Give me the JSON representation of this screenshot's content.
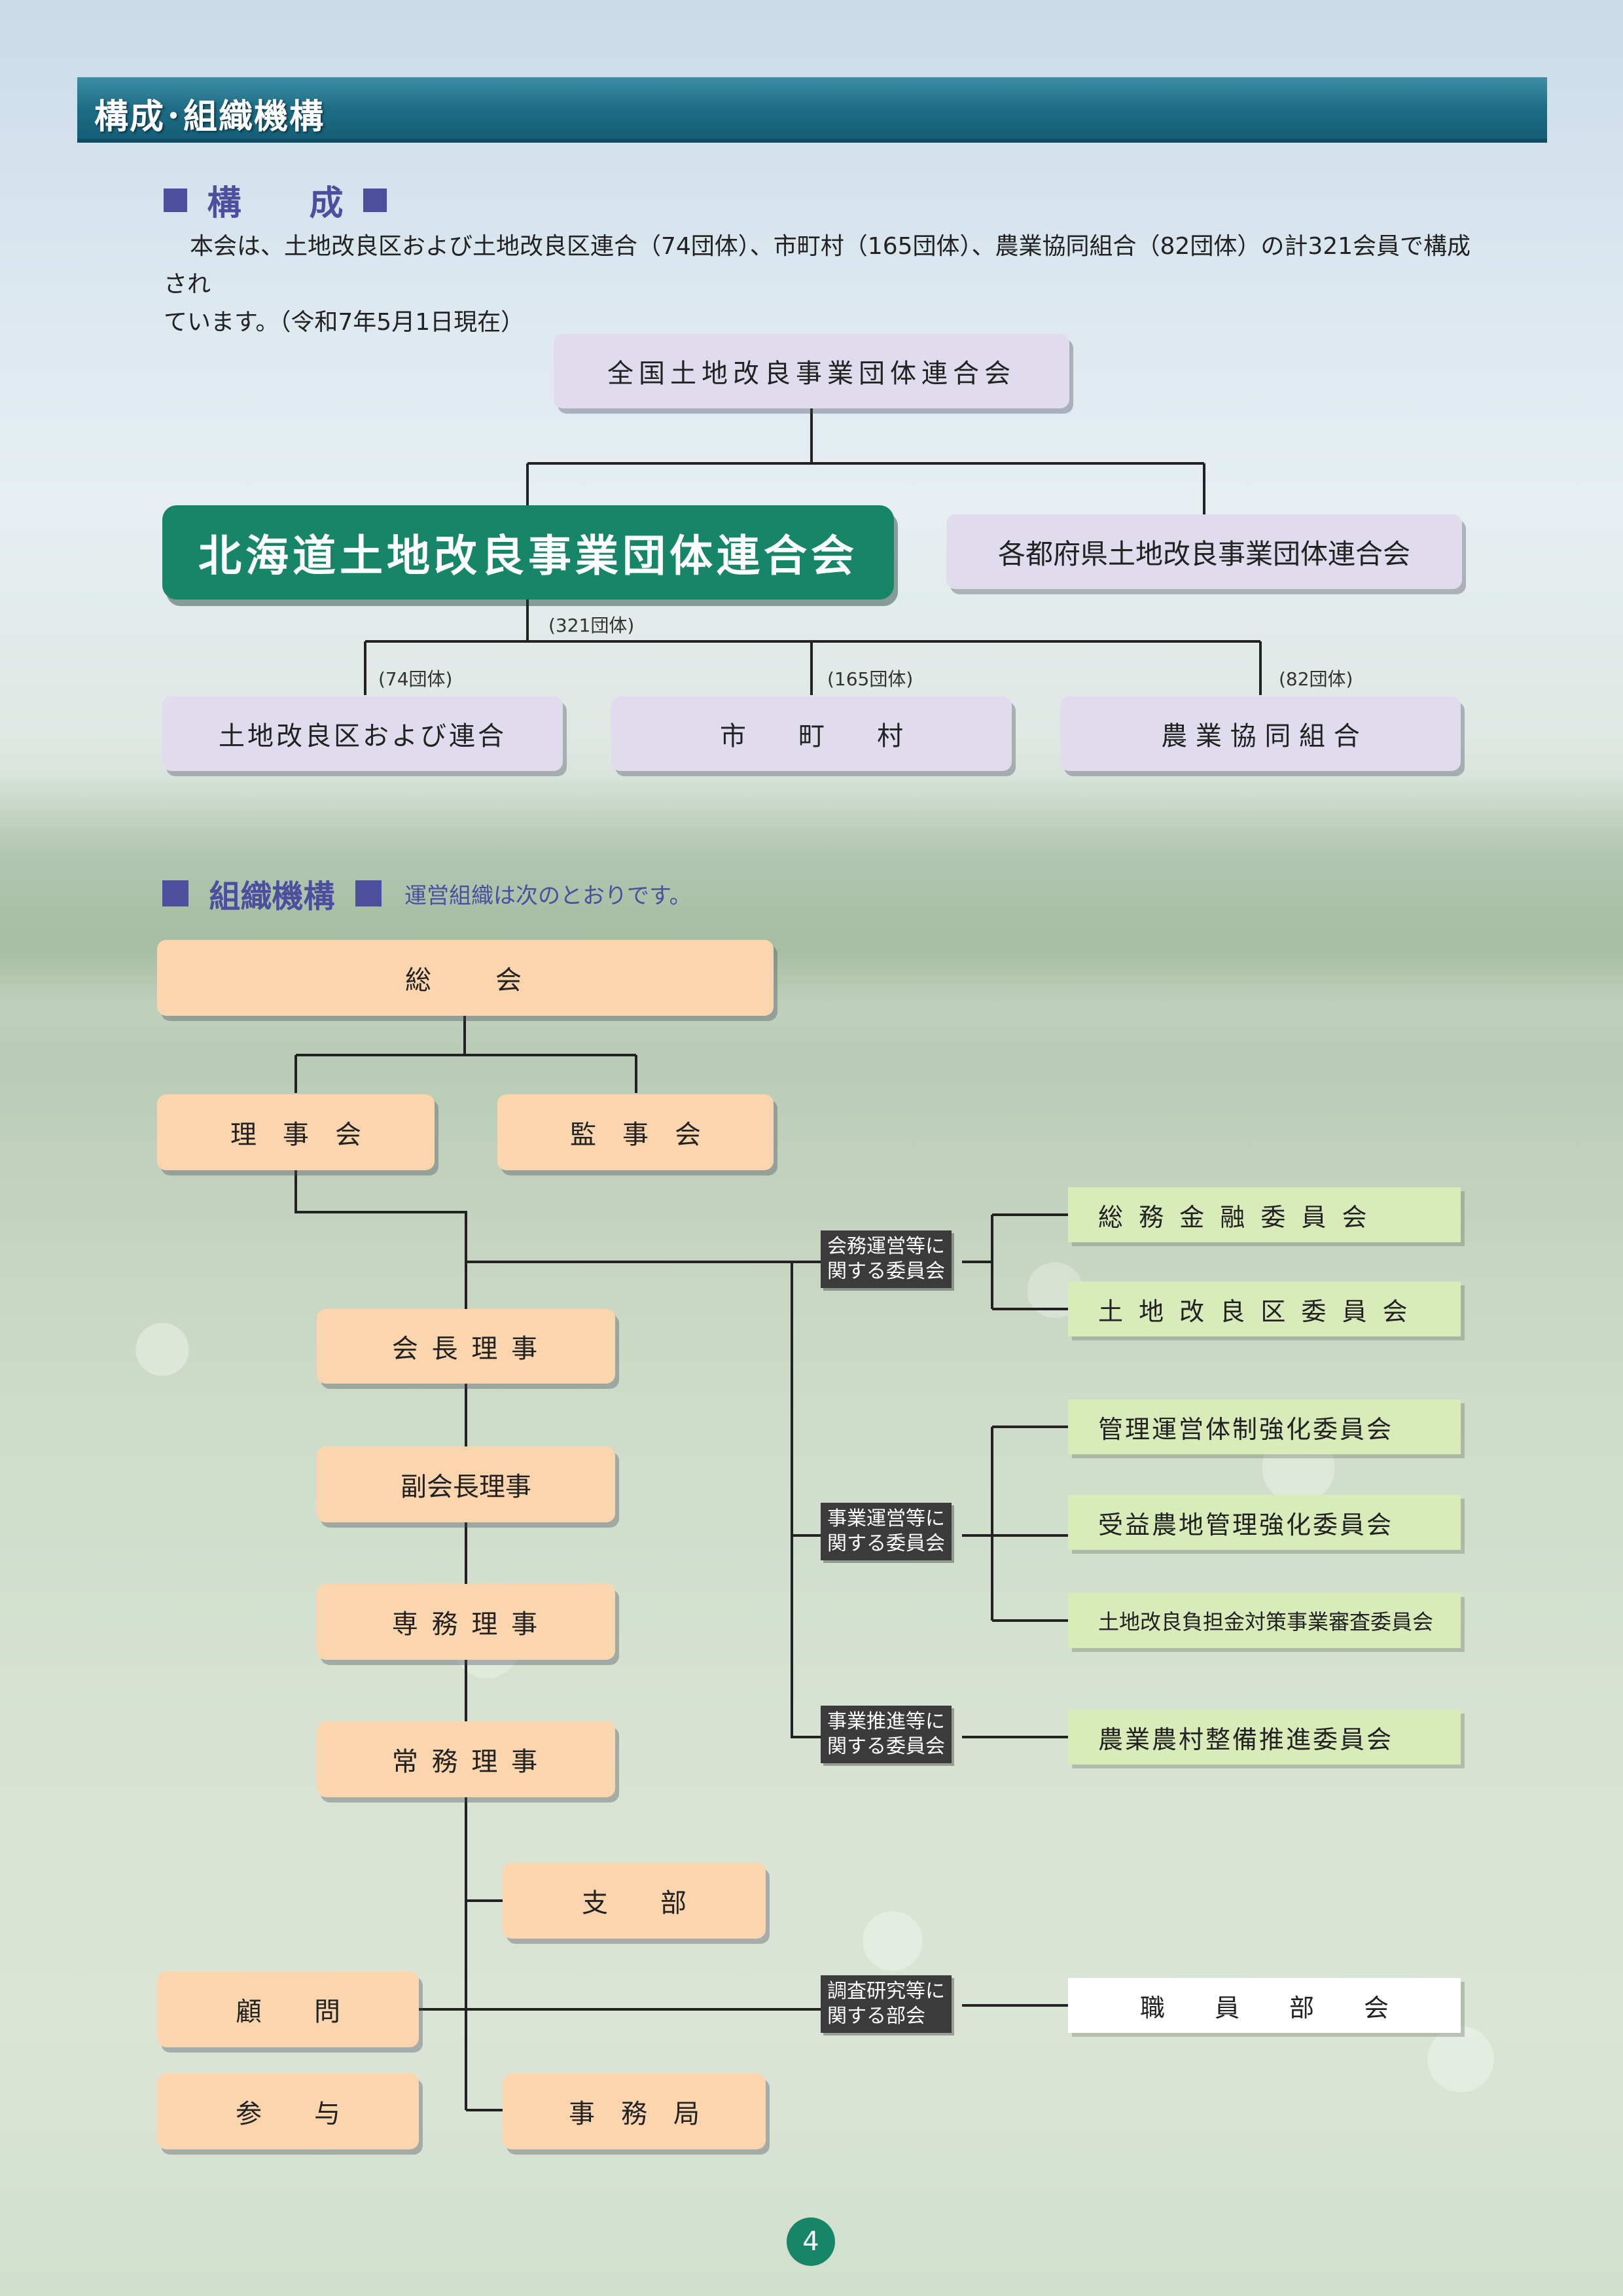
{
  "header": {
    "title": "構成･組織機構"
  },
  "composition": {
    "heading": "構　　成",
    "intro_line1": "本会は、土地改良区および土地改良区連合（74団体）、市町村（165団体）、農業協同組合（82団体）の計321会員で構成され",
    "intro_line2": "ています。（令和7年5月1日現在）",
    "national": "全国土地改良事業団体連合会",
    "hokkaido": "北海道土地改良事業団体連合会",
    "prefectures": "各都府県土地改良事業団体連合会",
    "total_count": "(321団体)",
    "members": [
      {
        "count": "(74団体)",
        "label": "土地改良区および連合"
      },
      {
        "count": "(165団体)",
        "label": "市　　町　　村"
      },
      {
        "count": "(82団体)",
        "label": "農 業 協 同 組 合"
      }
    ]
  },
  "organization": {
    "heading": "組織機構",
    "subtitle": "運営組織は次のとおりです。",
    "general_meeting": "総　　会",
    "board": "理　事　会",
    "auditors": "監　事　会",
    "chairman": "会 長 理 事",
    "vice_chairman": "副会長理事",
    "senior_director": "専 務 理 事",
    "executive_director": "常 務 理 事",
    "branch": "支　　部",
    "secretariat": "事　務　局",
    "advisor": "顧　　問",
    "counselor": "参　　与",
    "committee_groups": [
      {
        "label_line1": "会務運営等に",
        "label_line2": "関する委員会",
        "items": [
          "総 務 金 融 委 員 会",
          "土 地 改 良 区 委 員 会"
        ]
      },
      {
        "label_line1": "事業運営等に",
        "label_line2": "関する委員会",
        "items": [
          "管理運営体制強化委員会",
          "受益農地管理強化委員会",
          "土地改良負担金対策事業審査委員会"
        ]
      },
      {
        "label_line1": "事業推進等に",
        "label_line2": "関する委員会",
        "items": [
          "農業農村整備推進委員会"
        ]
      },
      {
        "label_line1": "調査研究等に",
        "label_line2": "関する部会",
        "items": [
          "職　　員　　部　　会"
        ]
      }
    ]
  },
  "page_number": "4",
  "colors": {
    "title_bar": "#1d6d86",
    "main_green": "#178567",
    "lavender": "#e0dcee",
    "peach": "#fbd5ad",
    "committee_green": "#d9ebb9",
    "heading_blue": "#4b4f9e"
  }
}
